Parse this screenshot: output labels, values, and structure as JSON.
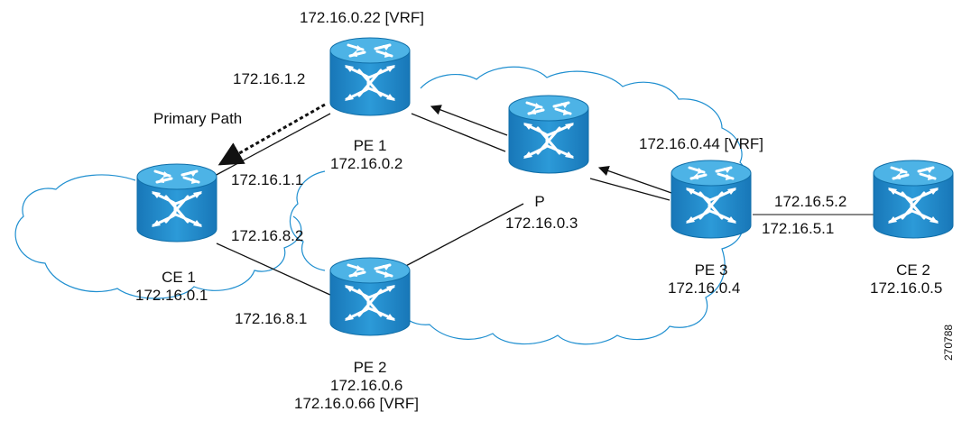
{
  "diagram": {
    "labels": {
      "pe1_vrf": "172.16.0.22 [VRF]",
      "pe1_if_ce1": "172.16.1.2",
      "primary_path": "Primary Path",
      "pe1_name": "PE 1",
      "pe1_ip": "172.16.0.2",
      "ce1_if_pe1": "172.16.1.1",
      "ce1_if_pe2": "172.16.8.2",
      "ce1_name": "CE 1",
      "ce1_ip": "172.16.0.1",
      "pe2_if_ce1": "172.16.8.1",
      "pe2_name": "PE 2",
      "pe2_ip": "172.16.0.6",
      "pe2_vrf": "172.16.0.66 [VRF]",
      "p_name": "P",
      "p_ip": "172.16.0.3",
      "pe3_vrf": "172.16.0.44 [VRF]",
      "pe3_name": "PE 3",
      "pe3_ip": "172.16.0.4",
      "pe3_if_ce2": "172.16.5.1",
      "ce2_if_pe3": "172.16.5.2",
      "ce2_name": "CE 2",
      "ce2_ip": "172.16.0.5",
      "figure_id": "270788"
    },
    "colors": {
      "router_top": "#3aa6dc",
      "router_body": "#1f8fd0",
      "router_edge": "#0f6ea8",
      "line": "#111111"
    },
    "icons": [
      "router-icon"
    ]
  }
}
